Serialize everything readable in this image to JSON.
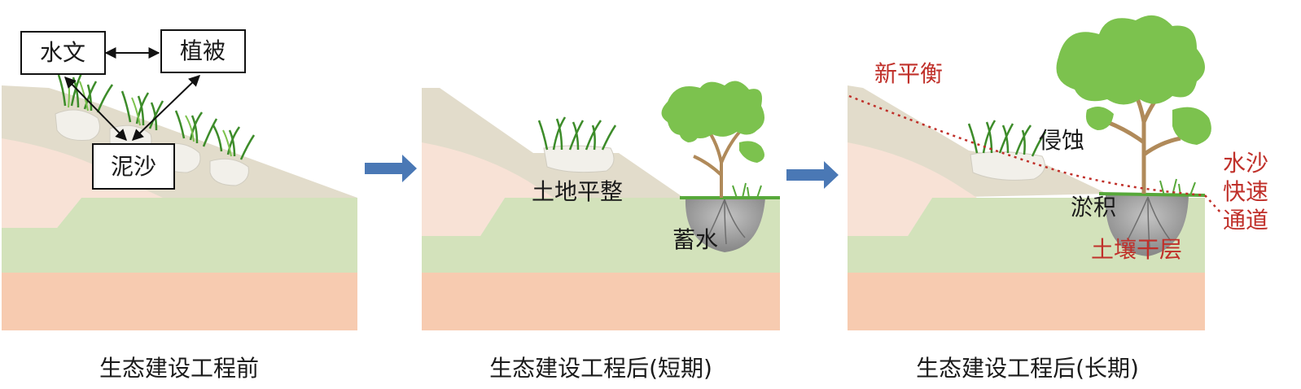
{
  "panels": [
    {
      "caption": "生态建设工程前"
    },
    {
      "caption": "生态建设工程后(短期)"
    },
    {
      "caption": "生态建设工程后(长期)"
    }
  ],
  "panel1": {
    "hydrology": "水文",
    "vegetation": "植被",
    "sediment": "泥沙"
  },
  "panel2": {
    "land_leveling": "土地平整",
    "water_storage": "蓄水"
  },
  "panel3": {
    "new_balance": "新平衡",
    "erosion": "侵蚀",
    "deposition": "淤积",
    "dry_soil_layer": "土壤干层",
    "fast_channel": [
      "水沙",
      "快速",
      "通道"
    ]
  },
  "colors": {
    "soil_bottom": "#f7cbb0",
    "soil_green": "#d3e2bb",
    "slope_beige": "#e2dccb",
    "slope_pink": "#f8e2d6",
    "arrow_blue": "#4a78b5",
    "annotation_red": "#c0302a"
  }
}
